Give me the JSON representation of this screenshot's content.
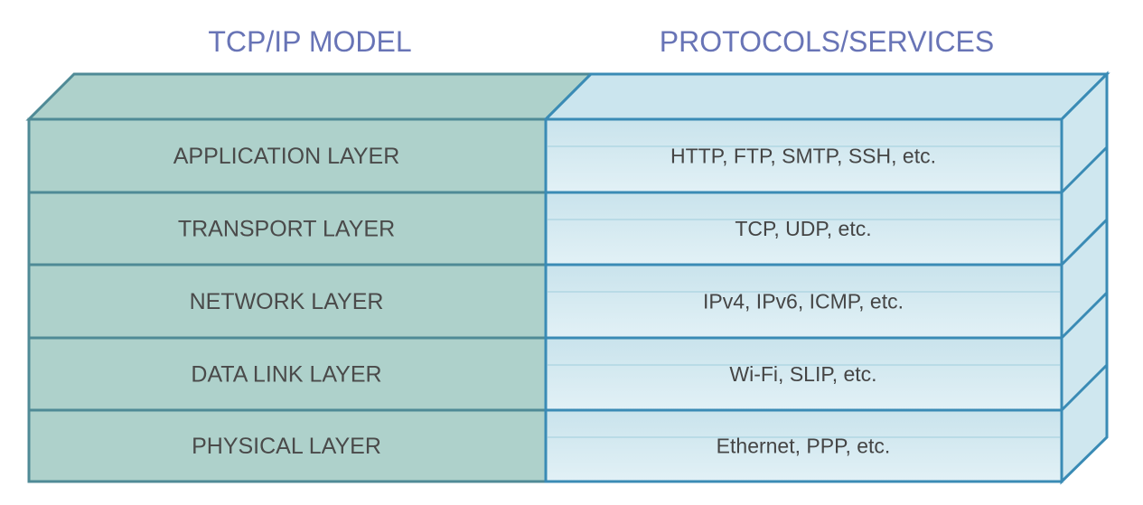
{
  "headers": {
    "left": "TCP/IP MODEL",
    "right": "PROTOCOLS/SERVICES"
  },
  "layers": [
    {
      "name": "APPLICATION LAYER",
      "protocols": "HTTP, FTP, SMTP, SSH, etc."
    },
    {
      "name": "TRANSPORT LAYER",
      "protocols": "TCP, UDP, etc."
    },
    {
      "name": "NETWORK LAYER",
      "protocols": "IPv4, IPv6, ICMP, etc."
    },
    {
      "name": "DATA LINK LAYER",
      "protocols": "Wi-Fi, SLIP, etc."
    },
    {
      "name": "PHYSICAL LAYER",
      "protocols": "Ethernet, PPP, etc."
    }
  ],
  "colors": {
    "title": "#6874b6",
    "model_fill": "#aed1cb",
    "model_stroke": "#4f8a96",
    "protocol_fill": "#d3e9f0",
    "protocol_stroke": "#3a8bb5"
  }
}
